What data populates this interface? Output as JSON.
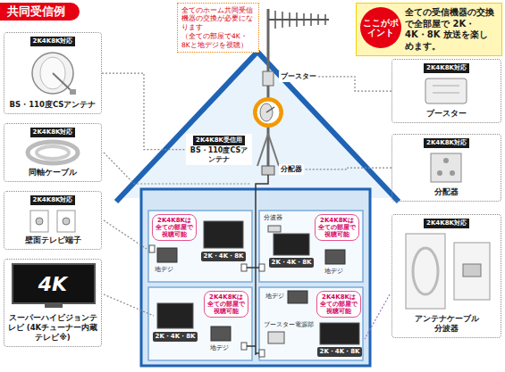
{
  "diagram": {
    "title": "共同受信例",
    "nodes": [
      {
        "text": [
          "全てのホーム共同受信機器の交換が必要になります",
          "（全ての部屋で4K・8Kと地デジを視聴）"
        ]
      },
      {
        "text": [
          "全ての受信機器の交換で全部屋で 2K・4K・8K 放送を楽しめます。"
        ]
      },
      {
        "text": [
          "ここがポイント"
        ],
        "in": 1
      },
      {
        "text": [
          "2K4K8K対応",
          "BS・110度CSアンテナ"
        ]
      },
      {
        "text": [
          "2K4K8K対応",
          "同軸ケーブル"
        ]
      },
      {
        "text": [
          "2K4K8K対応",
          "壁面テレビ端子"
        ]
      },
      {
        "text": [
          "4K",
          "スーパーハイビジョンテレビ (4Kチューナー内蔵テレビ※)"
        ]
      },
      {
        "text": [
          "2K4K8K受信用",
          "BS・110度CSアンテナ"
        ]
      },
      {
        "text": [
          "ブースター"
        ]
      },
      {
        "text": [
          "分配器"
        ]
      },
      {
        "text": [
          "2K4K8Kは全ての部屋で視聴可能"
        ]
      },
      {
        "text": [
          "2K・4K・8K"
        ]
      },
      {
        "text": [
          "2K4K8Kは全ての部屋で視聴可能"
        ]
      },
      {
        "text": [
          "2K・4K・8K"
        ]
      },
      {
        "text": [
          "2K4K8Kは全ての部屋で視聴可能"
        ]
      },
      {
        "text": [
          "2K・4K・8K"
        ]
      },
      {
        "text": [
          "2K4K8Kは全ての部屋で視聴可能"
        ]
      },
      {
        "text": [
          "2K・4K・8K"
        ]
      },
      {
        "text": [
          "2K4K8K対応",
          "ブースター"
        ]
      },
      {
        "text": [
          "2K4K8K対応",
          "分配器"
        ]
      },
      {
        "text": [
          "2K4K8K対応",
          "アンテナケーブル",
          "分波器"
        ]
      }
    ],
    "edges": [
      {
        "from": 3,
        "to": 7,
        "arrow": "none"
      },
      {
        "from": 18,
        "to": 8,
        "arrow": "none"
      },
      {
        "from": 19,
        "to": 9,
        "arrow": "none"
      }
    ],
    "labels": [
      "地デジ",
      "分波器",
      "地デジ",
      "地デジ",
      "ブースター電源部",
      "地デジ"
    ]
  }
}
